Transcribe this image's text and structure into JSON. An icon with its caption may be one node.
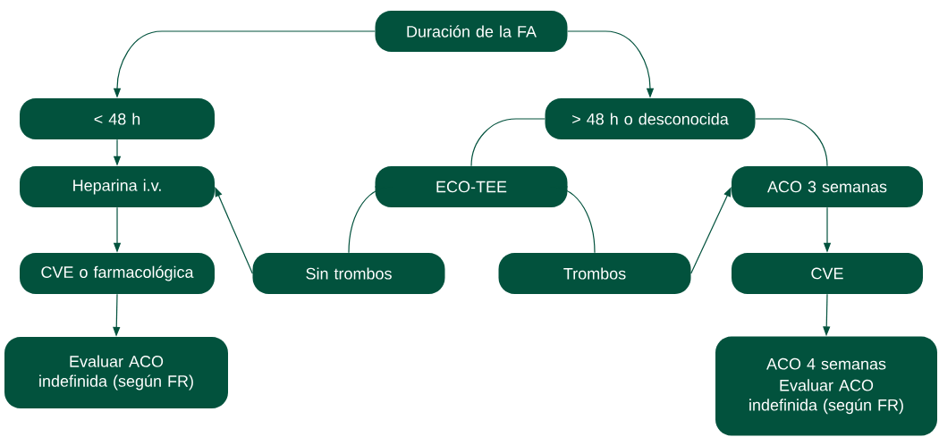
{
  "diagram": {
    "nodes": [
      {
        "text": [
          "Duración de la FA"
        ]
      },
      {
        "text": [
          "< 48 h"
        ]
      },
      {
        "text": [
          "> 48 h o desconocida"
        ]
      },
      {
        "text": [
          "Heparina i.v."
        ]
      },
      {
        "text": [
          "ECO-TEE"
        ]
      },
      {
        "text": [
          "ACO 3 semanas"
        ]
      },
      {
        "text": [
          "CVE o farmacológica"
        ]
      },
      {
        "text": [
          "Sin trombos"
        ]
      },
      {
        "text": [
          "Trombos"
        ]
      },
      {
        "text": [
          "CVE"
        ]
      },
      {
        "text": [
          "Evaluar ACO indefinida (según FR)"
        ]
      },
      {
        "text": [
          "ACO 4 semanas",
          "Evaluar ACO indefinida (según FR)"
        ]
      }
    ],
    "edges": [
      {
        "from": 0,
        "to": 1,
        "arrow": "to"
      },
      {
        "from": 0,
        "to": 2,
        "arrow": "to"
      },
      {
        "from": 1,
        "to": 3,
        "arrow": "to"
      },
      {
        "from": 3,
        "to": 6,
        "arrow": "to"
      },
      {
        "from": 6,
        "to": 10,
        "arrow": "to"
      },
      {
        "from": 2,
        "to": 4,
        "arrow": "none"
      },
      {
        "from": 2,
        "to": 5,
        "arrow": "none"
      },
      {
        "from": 4,
        "to": 7,
        "arrow": "none"
      },
      {
        "from": 4,
        "to": 8,
        "arrow": "none"
      },
      {
        "from": 7,
        "to": 3,
        "arrow": "to"
      },
      {
        "from": 8,
        "to": 5,
        "arrow": "to"
      },
      {
        "from": 5,
        "to": 9,
        "arrow": "to"
      },
      {
        "from": 9,
        "to": 11,
        "arrow": "to"
      }
    ]
  }
}
